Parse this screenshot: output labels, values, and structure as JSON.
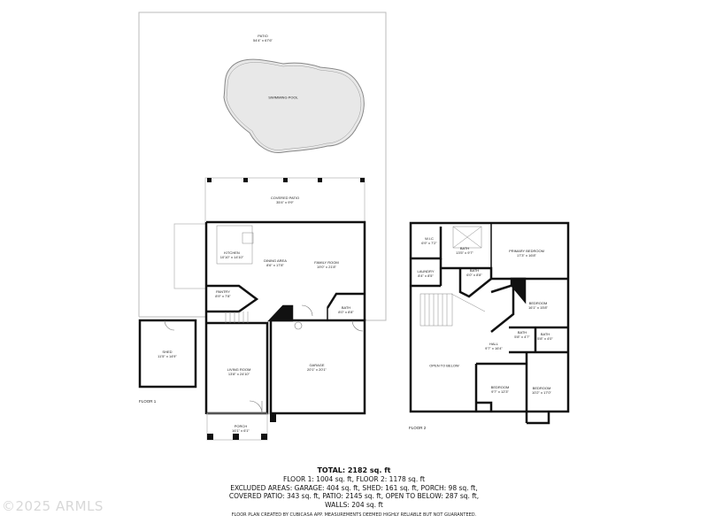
{
  "floor1": {
    "label": "FLOOR 1",
    "rooms": [
      {
        "name": "PATIO",
        "dims": "54'4\" x 67'6\""
      },
      {
        "name": "SWIMMING POOL",
        "dims": ""
      },
      {
        "name": "COVERED PATIO",
        "dims": "35'4\" x 9'9\""
      },
      {
        "name": "KITCHEN",
        "dims": "10'10\" x 14'10\""
      },
      {
        "name": "DINING AREA",
        "dims": "8'6\" x 17'8\""
      },
      {
        "name": "FAMILY ROOM",
        "dims": "19'0\" x 21'8\""
      },
      {
        "name": "PANTRY",
        "dims": "8'9\" x 7'8\""
      },
      {
        "name": "BATH",
        "dims": "8'0\" x 8'8\""
      },
      {
        "name": "SHED",
        "dims": "11'5\" x 14'9\""
      },
      {
        "name": "LIVING ROOM",
        "dims": "13'8\" x 24'10\""
      },
      {
        "name": "GARAGE",
        "dims": "20'1\" x 20'1\""
      },
      {
        "name": "PORCH",
        "dims": "16'1\" x 6'1\""
      }
    ]
  },
  "floor2": {
    "label": "FLOOR 2",
    "rooms": [
      {
        "name": "W.I.C",
        "dims": "6'9\" x 7'2\""
      },
      {
        "name": "BATH",
        "dims": "13'5\" x 9'7\""
      },
      {
        "name": "PRIMARY BEDROOM",
        "dims": "17'3\" x 16'8\""
      },
      {
        "name": "LAUNDRY",
        "dims": "8'4\" x 8'5\""
      },
      {
        "name": "BATH",
        "dims": "6'0\" x 8'8\""
      },
      {
        "name": "BEDROOM",
        "dims": "16'1\" x 15'8\""
      },
      {
        "name": "OPEN TO BELOW",
        "dims": ""
      },
      {
        "name": "HALL",
        "dims": "9'7\" x 16'4\""
      },
      {
        "name": "BATH",
        "dims": "5'8\" x 4'7\""
      },
      {
        "name": "BATH",
        "dims": "5'8\" x 4'0\""
      },
      {
        "name": "BEDROOM",
        "dims": "9'7\" x 12'3\""
      },
      {
        "name": "BEDROOM",
        "dims": "10'2\" x 17'0\""
      }
    ]
  },
  "summary": {
    "total": "TOTAL: 2182 sq. ft",
    "floors": "FLOOR 1: 1004 sq. ft, FLOOR 2: 1178 sq. ft",
    "excluded_1": "EXCLUDED AREAS: GARAGE: 404 sq. ft, SHED: 161 sq. ft, PORCH: 98 sq. ft,",
    "excluded_2": "COVERED PATIO: 343 sq. ft, PATIO: 2145 sq. ft, OPEN TO BELOW: 287 sq. ft,",
    "walls": "WALLS: 204 sq. ft"
  },
  "disclaimer": "FLOOR PLAN CREATED BY CUBICASA APP. MEASUREMENTS DEEMED HIGHLY RELIABLE BUT NOT GUARANTEED.",
  "watermark": "2025 ARMLS",
  "colors": {
    "wall": "#111111",
    "pool": "#e8e8e8",
    "outline": "#bbbbbb"
  }
}
